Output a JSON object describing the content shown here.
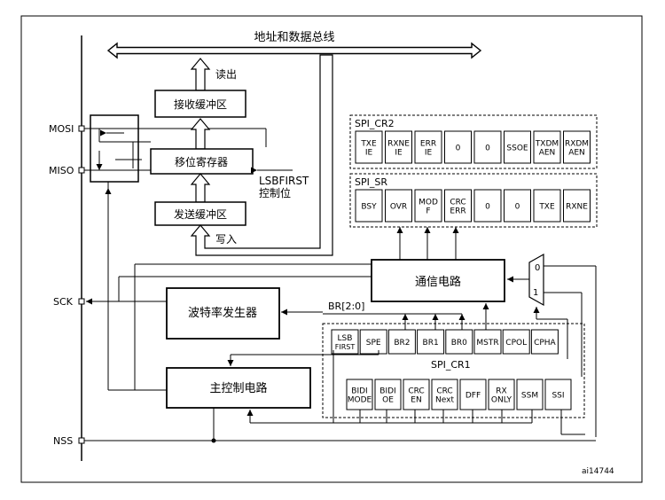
{
  "bus_label": "地址和数据总线",
  "read_label": "读出",
  "write_label": "写入",
  "rx_buffer": "接收缓冲区",
  "shift_register": "移位寄存器",
  "tx_buffer": "发送缓冲区",
  "lsbfirst_control": [
    "LSBFIRST",
    "控制位"
  ],
  "pins": {
    "mosi": "MOSI",
    "miso": "MISO",
    "sck": "SCK",
    "nss": "NSS"
  },
  "baud_generator": "波特率发生器",
  "master_control": "主控制电路",
  "comm_circuit": "通信电路",
  "br_label": "BR[2:0]",
  "mux": {
    "in0": "0",
    "in1": "1"
  },
  "cr2": {
    "title": "SPI_CR2",
    "bits": [
      [
        "TXE",
        "IE"
      ],
      [
        "RXNE",
        "IE"
      ],
      [
        "ERR",
        "IE"
      ],
      [
        "0"
      ],
      [
        "0"
      ],
      [
        "SSOE"
      ],
      [
        "TXDM",
        "AEN"
      ],
      [
        "RXDM",
        "AEN"
      ]
    ]
  },
  "sr": {
    "title": "SPI_SR",
    "bits": [
      [
        "BSY"
      ],
      [
        "OVR"
      ],
      [
        "MOD",
        "F"
      ],
      [
        "CRC",
        "ERR"
      ],
      [
        "0"
      ],
      [
        "0"
      ],
      [
        "TXE"
      ],
      [
        "RXNE"
      ]
    ]
  },
  "cr1": {
    "title": "SPI_CR1",
    "row1": [
      [
        "LSB",
        "FIRST"
      ],
      [
        "SPE"
      ],
      [
        "BR2"
      ],
      [
        "BR1"
      ],
      [
        "BR0"
      ],
      [
        "MSTR"
      ],
      [
        "CPOL"
      ],
      [
        "CPHA"
      ]
    ],
    "row2": [
      [
        "BIDI",
        "MODE"
      ],
      [
        "BIDI",
        "OE"
      ],
      [
        "CRC",
        "EN"
      ],
      [
        "CRC",
        "Next"
      ],
      [
        "DFF"
      ],
      [
        "RX",
        "ONLY"
      ],
      [
        "SSM"
      ],
      [
        "SSI"
      ]
    ]
  },
  "figure_id": "ai14744"
}
